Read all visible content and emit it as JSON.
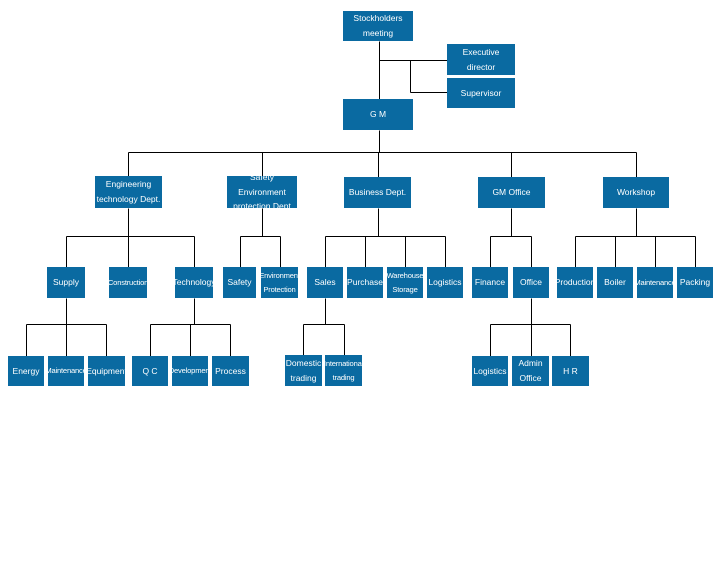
{
  "colors": {
    "box_fill": "#0a6aa1",
    "box_text": "#ffffff",
    "connector": "#000000"
  },
  "nodes": {
    "stockholders": "Stockholders meeting",
    "executive_director": "Executive director",
    "supervisor": "Supervisor",
    "gm": "G M",
    "engineering": "Engineering\ntechnology Dept.",
    "safety_env": "Safety Environment\nprotection Dept",
    "business": "Business Dept.",
    "gm_office": "GM Office",
    "workshop": "Workshop",
    "supply": "Supply",
    "construction": "Construction",
    "technology": "Technology",
    "safety": "Safety",
    "env_protection": "Environment\nProtection",
    "sales": "Sales",
    "purchase": "Purchase",
    "warehouse": "Warehouse\nStorage",
    "logistics_business": "Logistics",
    "finance": "Finance",
    "office": "Office",
    "production": "Production",
    "boiler": "Boiler",
    "maintenance_workshop": "Maintenance",
    "packing": "Packing",
    "energy": "Energy",
    "maintenance_supply": "Maintenance",
    "equipment": "Equipment",
    "qc": "Q C",
    "development": "Development",
    "process": "Process",
    "domestic_trading": "Domestic\ntrading",
    "international_trading": "International\ntrading",
    "logistics_office": "Logistics",
    "admin_office": "Admin\nOffice",
    "hr": "H R"
  }
}
